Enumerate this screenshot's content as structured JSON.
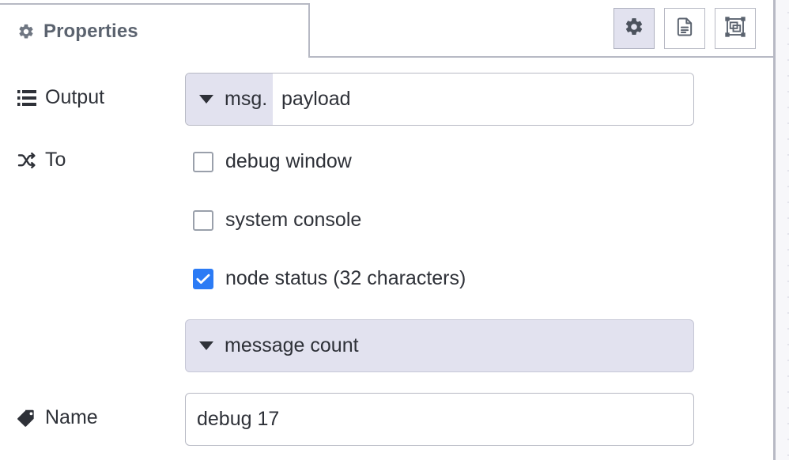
{
  "tab": {
    "icon": "gear-icon",
    "label": "Properties"
  },
  "tab_actions": [
    {
      "name": "properties-tab-button",
      "icon": "gear-icon",
      "active": true
    },
    {
      "name": "description-tab-button",
      "icon": "document-icon",
      "active": false
    },
    {
      "name": "appearance-tab-button",
      "icon": "appearance-icon",
      "active": false
    }
  ],
  "form": {
    "output": {
      "icon": "list-icon",
      "label": "Output",
      "type_prefix": "msg.",
      "value": "payload"
    },
    "to": {
      "icon": "shuffle-icon",
      "label": "To",
      "options": [
        {
          "label": "debug window",
          "checked": false
        },
        {
          "label": "system console",
          "checked": false
        },
        {
          "label": "node status (32 characters)",
          "checked": true
        }
      ],
      "message_count": "message count"
    },
    "name": {
      "icon": "tag-icon",
      "label": "Name",
      "value": "debug 17"
    }
  },
  "colors": {
    "accent_checkbox": "#2b7bf5",
    "lavender_control": "#e2e2ef",
    "border": "#b7b9c4",
    "text": "#2e3138",
    "tab_label": "#5b636f"
  }
}
